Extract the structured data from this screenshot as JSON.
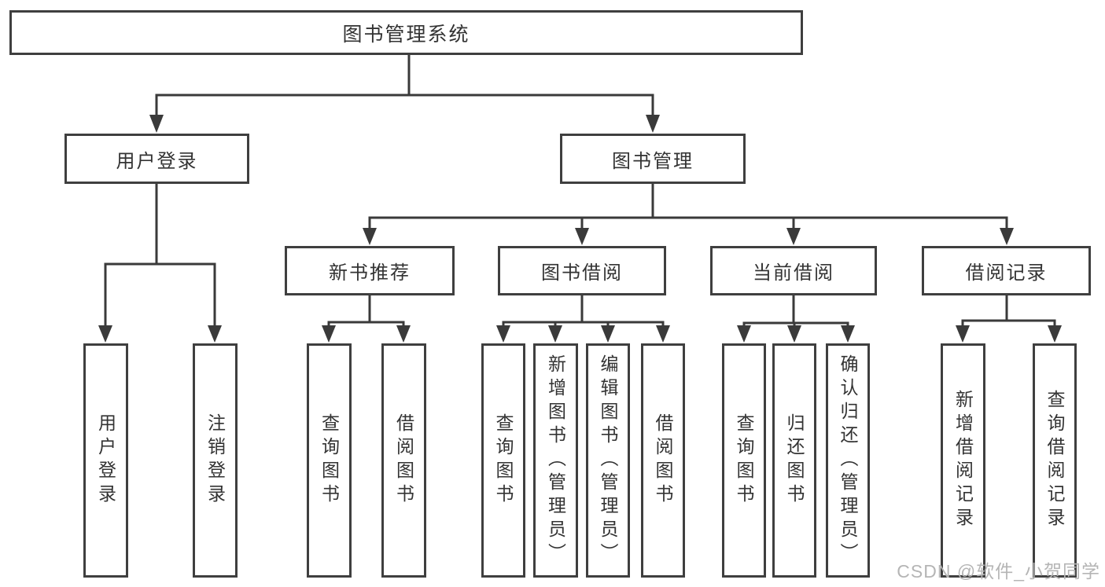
{
  "nodes": {
    "root": "图书管理系统",
    "user_login": "用户登录",
    "book_management": "图书管理",
    "new_book_recommend": "新书推荐",
    "book_borrow": "图书借阅",
    "current_borrow": "当前借阅",
    "borrow_records": "借阅记录"
  },
  "leaves": {
    "user_login": [
      "用户登录",
      "注销登录"
    ],
    "new_book_recommend": [
      "查询图书",
      "借阅图书"
    ],
    "book_borrow": [
      "查询图书",
      "新增图书（管理员）",
      "编辑图书（管理员）",
      "借阅图书"
    ],
    "current_borrow": [
      "查询图书",
      "归还图书",
      "确认归还（管理员）"
    ],
    "borrow_records": [
      "新增借阅记录",
      "查询借阅记录"
    ]
  },
  "watermark": "CSDN @软件_小贺同学",
  "colors": {
    "line": "#3a3a3a",
    "border": "#3f3f3f",
    "text": "#333333",
    "watermark": "#b5b5b5",
    "background": "#ffffff"
  }
}
